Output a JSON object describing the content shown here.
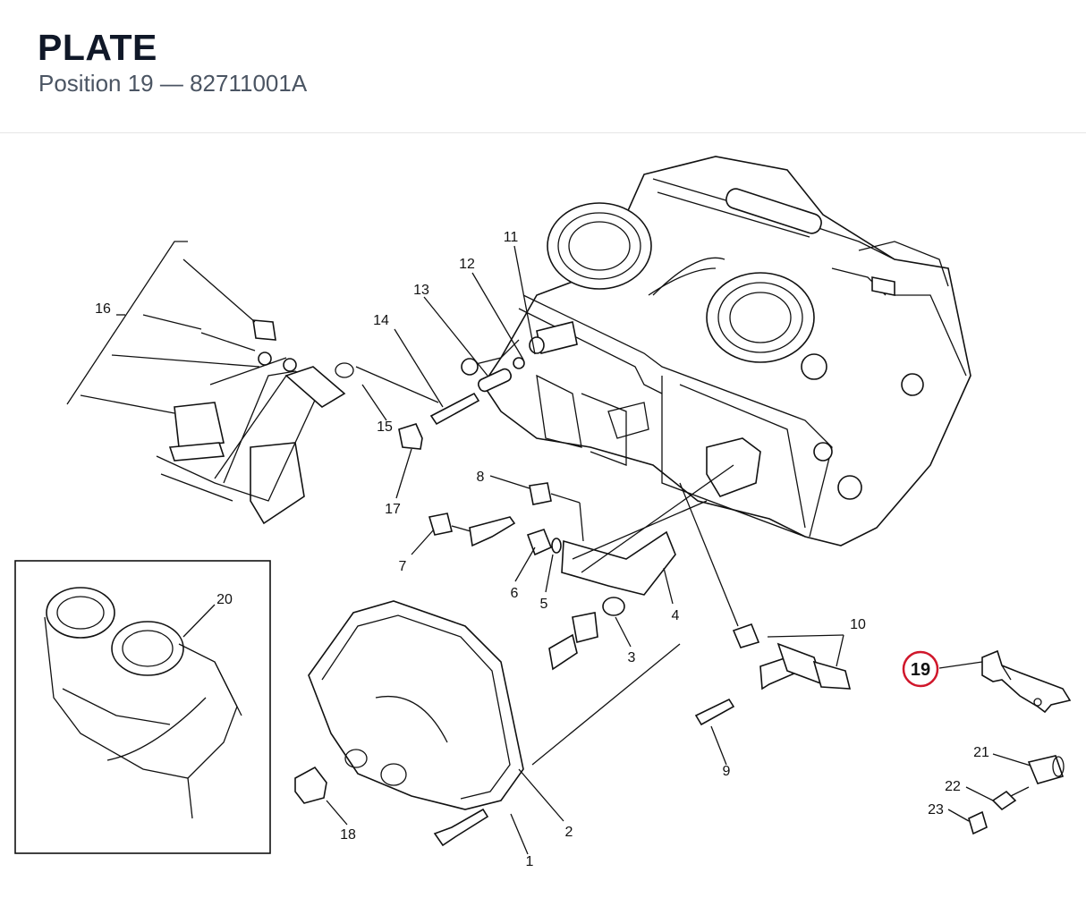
{
  "header": {
    "title": "PLATE",
    "subtitle": "Position 19 — 82711001A"
  },
  "highlight": {
    "label": "19",
    "color": "#d0172b"
  },
  "callouts": {
    "c1": "1",
    "c2": "2",
    "c3": "3",
    "c4": "4",
    "c5": "5",
    "c6": "6",
    "c7": "7",
    "c8": "8",
    "c9": "9",
    "c10": "10",
    "c11": "11",
    "c12": "12",
    "c13": "13",
    "c14": "14",
    "c15": "15",
    "c16": "16",
    "c17": "17",
    "c18": "18",
    "c20": "20",
    "c21": "21",
    "c22": "22",
    "c23": "23"
  }
}
